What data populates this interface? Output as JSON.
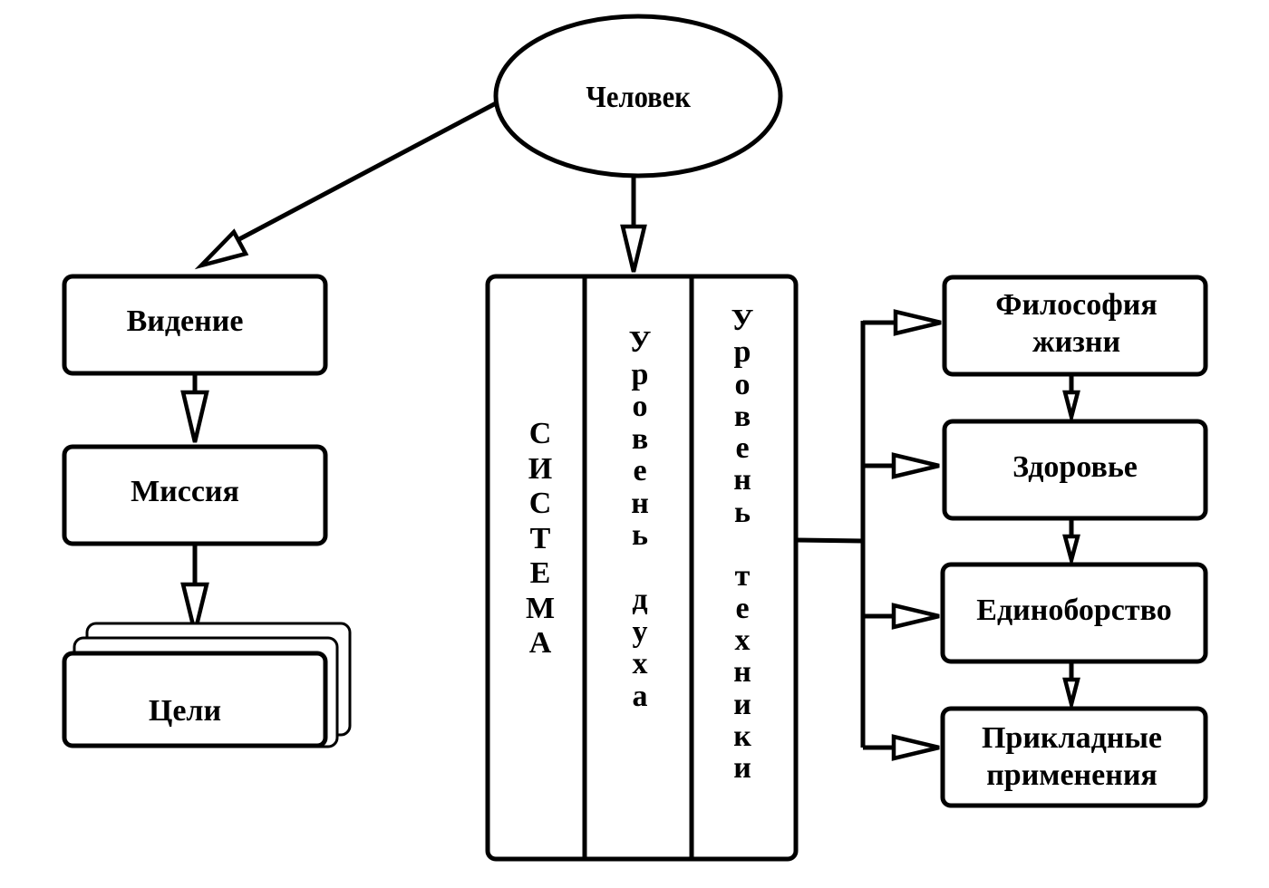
{
  "diagram": {
    "root": {
      "label": "Человек"
    },
    "left_chain": [
      {
        "label": "Видение"
      },
      {
        "label": "Миссия"
      },
      {
        "label": "Цели"
      }
    ],
    "system_block": {
      "columns": [
        {
          "label": "СИСТЕМА"
        },
        {
          "label": "Уровень  духа"
        },
        {
          "label": "Уровень  техники"
        }
      ]
    },
    "right_chain": [
      {
        "label": "Философия жизни"
      },
      {
        "label": "Здоровье"
      },
      {
        "label": "Единоборство"
      },
      {
        "label": "Прикладные применения"
      }
    ],
    "edges": [
      {
        "from": "Человек",
        "to": "Видение"
      },
      {
        "from": "Человек",
        "to": "СИСТЕМА"
      },
      {
        "from": "Видение",
        "to": "Миссия"
      },
      {
        "from": "Миссия",
        "to": "Цели"
      },
      {
        "from": "СИСТЕМА",
        "to": "Философия жизни"
      },
      {
        "from": "СИСТЕМА",
        "to": "Здоровье"
      },
      {
        "from": "СИСТЕМА",
        "to": "Единоборство"
      },
      {
        "from": "СИСТЕМА",
        "to": "Прикладные применения"
      },
      {
        "from": "Философия жизни",
        "to": "Здоровье"
      },
      {
        "from": "Здоровье",
        "to": "Единоборство"
      },
      {
        "from": "Единоборство",
        "to": "Прикладные применения"
      }
    ]
  }
}
